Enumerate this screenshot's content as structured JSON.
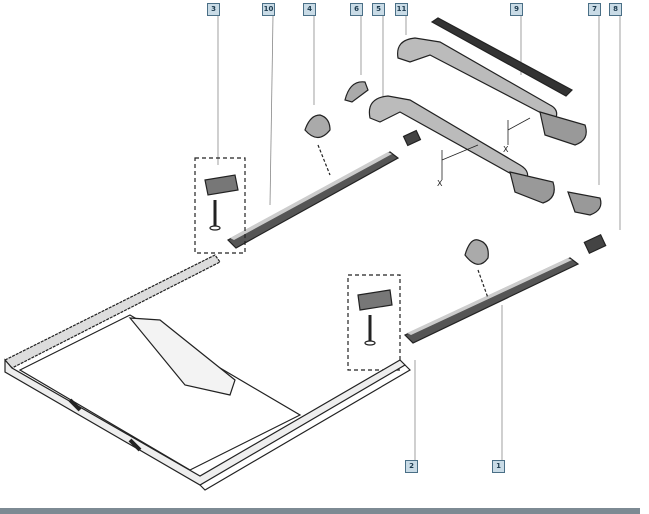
{
  "diagram": {
    "callouts": [
      {
        "id": "c3",
        "label": "3"
      },
      {
        "id": "c10",
        "label": "10"
      },
      {
        "id": "c4",
        "label": "4"
      },
      {
        "id": "c6",
        "label": "6"
      },
      {
        "id": "c5",
        "label": "5"
      },
      {
        "id": "c11",
        "label": "11"
      },
      {
        "id": "c9",
        "label": "9"
      },
      {
        "id": "c7",
        "label": "7"
      },
      {
        "id": "c8",
        "label": "8"
      },
      {
        "id": "c2",
        "label": "2"
      },
      {
        "id": "c1",
        "label": "1"
      }
    ],
    "dimension_marks": [
      "X",
      "X"
    ],
    "colors": {
      "line": "#222222",
      "callout_fill": "#c9dbe6",
      "callout_border": "#4a6f86",
      "bar": "#7d8a93"
    }
  }
}
